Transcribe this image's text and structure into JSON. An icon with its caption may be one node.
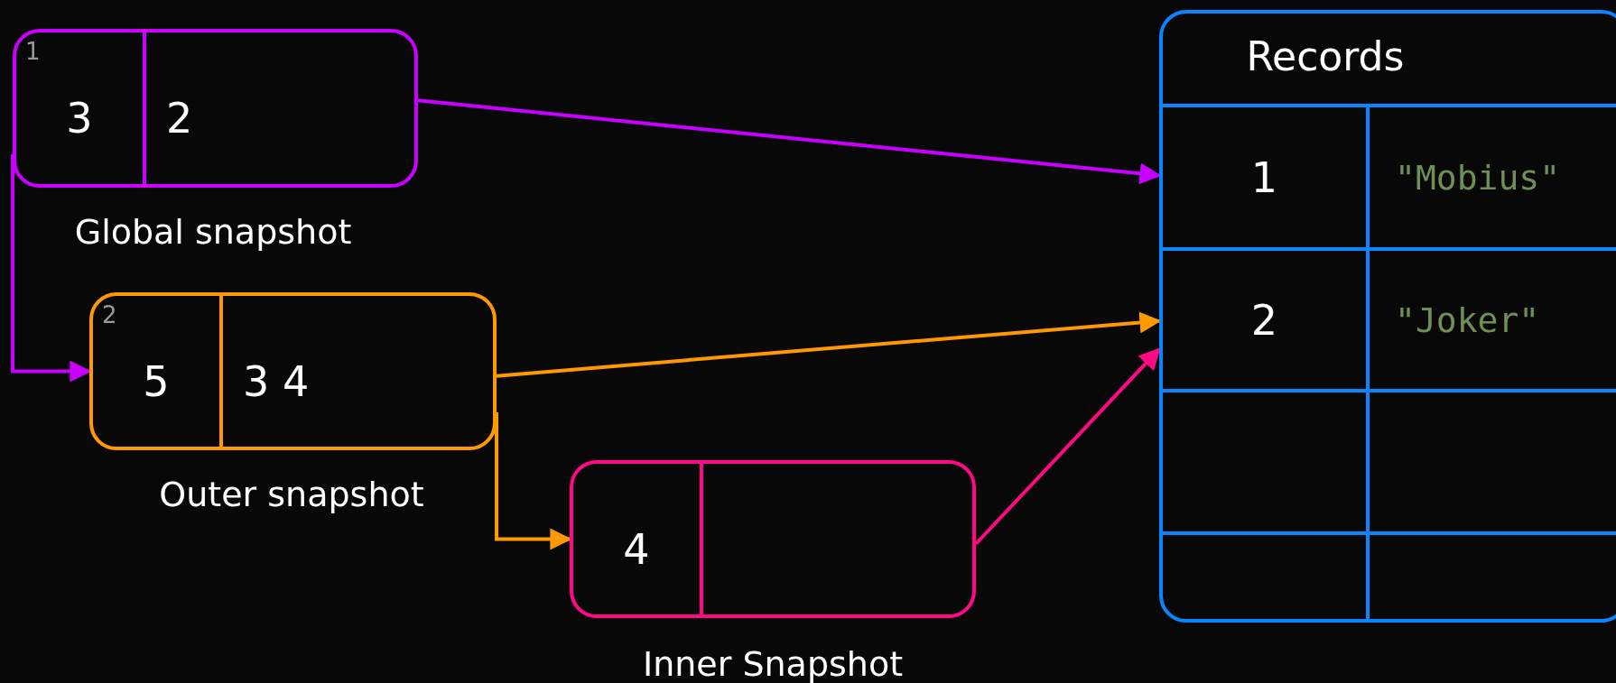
{
  "diagram": {
    "nodes": [
      {
        "text": [
          "1",
          "3",
          "2"
        ],
        "beside": [
          "Global snapshot"
        ]
      },
      {
        "text": [
          "2",
          "5",
          "3 4"
        ],
        "beside": [
          "Outer snapshot"
        ]
      },
      {
        "text": [
          "4"
        ],
        "beside": [
          "Inner Snapshot"
        ]
      },
      {
        "text": [
          "Records"
        ]
      },
      {
        "text": [
          "1",
          "\"Mobius\""
        ],
        "in": 3
      },
      {
        "text": [
          "2",
          "\"Joker\""
        ],
        "in": 3
      },
      {
        "text": [],
        "shape": "box",
        "in": 3
      },
      {
        "text": [],
        "shape": "box",
        "in": 3
      }
    ],
    "edges": [
      {
        "from": 0,
        "to": 4,
        "arrow": "to",
        "color": "#c800ff"
      },
      {
        "from": 0,
        "to": 1,
        "arrow": "to",
        "color": "#c800ff"
      },
      {
        "from": 1,
        "to": 5,
        "arrow": "to",
        "color": "#ff9900"
      },
      {
        "from": 1,
        "to": 2,
        "arrow": "to",
        "color": "#ff9900"
      },
      {
        "from": 2,
        "to": 5,
        "arrow": "to",
        "color": "#ff0a84"
      }
    ]
  }
}
